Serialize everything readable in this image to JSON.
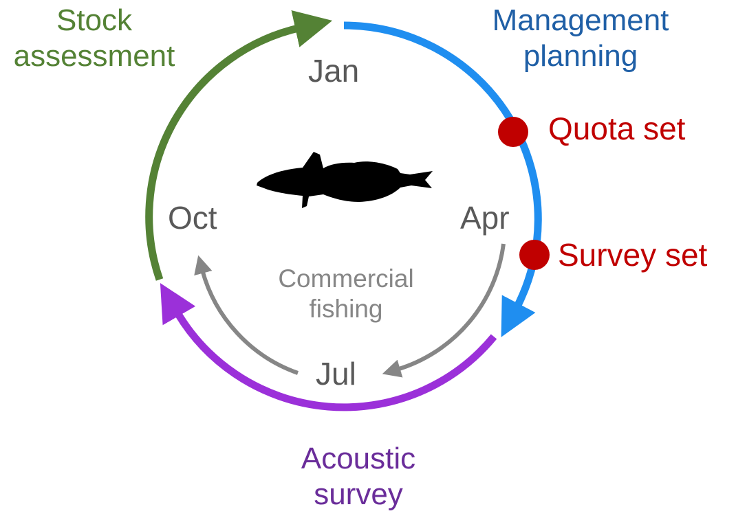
{
  "months": {
    "jan": "Jan",
    "apr": "Apr",
    "jul": "Jul",
    "oct": "Oct"
  },
  "phases": {
    "stock_assessment": [
      "Stock",
      "assessment"
    ],
    "management_planning": [
      "Management",
      "planning"
    ],
    "acoustic_survey": [
      "Acoustic",
      "survey"
    ],
    "commercial_fishing": [
      "Commercial",
      "fishing"
    ]
  },
  "events": {
    "quota_set": "Quota set",
    "survey_set": "Survey set"
  },
  "icons": {
    "center": "fish-silhouette-icon"
  },
  "colors": {
    "stock_assessment": "#548235",
    "management_planning": "#1f8ef0",
    "management_text": "#1f5fa6",
    "acoustic_survey": "#9b30d9",
    "acoustic_text": "#6a2d9a",
    "commercial_fishing": "#868686",
    "month_text": "#595959",
    "event_red": "#c00000",
    "fish": "#000000"
  }
}
